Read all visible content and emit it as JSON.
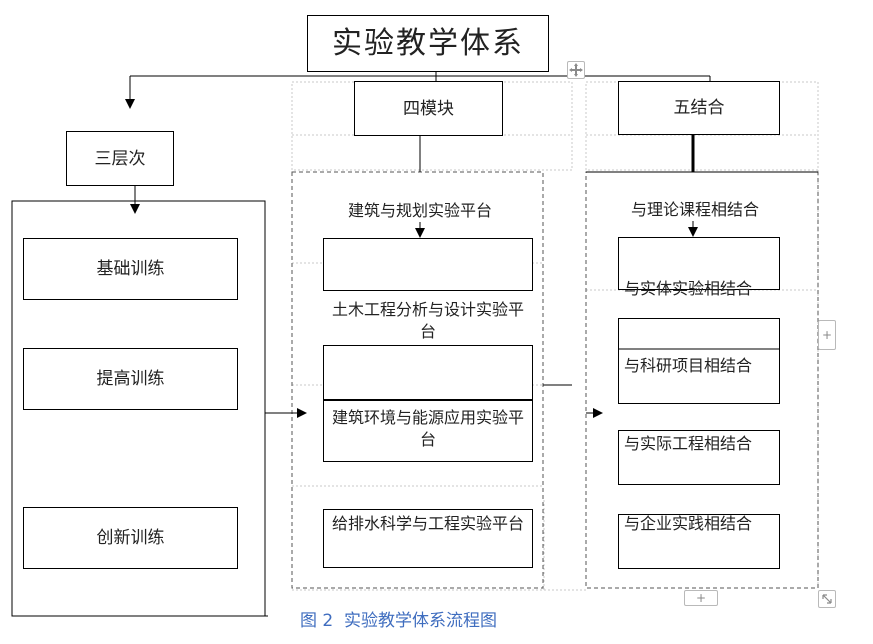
{
  "diagram": {
    "title": "实验教学体系",
    "columns": {
      "levels": {
        "header": "三层次",
        "items": [
          "基础训练",
          "提高训练",
          "创新训练"
        ]
      },
      "modules": {
        "header": "四模块",
        "items": [
          "建筑与规划实验平台",
          "土木工程分析与设计实验平台",
          "建筑环境与能源应用实验平台",
          "给排水科学与工程实验平台"
        ]
      },
      "combinations": {
        "header": "五结合",
        "items": [
          "与理论课程相结合",
          "与实体实验相结合",
          "与科研项目相结合",
          "与实际工程相结合",
          "与企业实践相结合"
        ]
      }
    },
    "caption": "图 2  实验教学体系流程图"
  },
  "editor_handles": {
    "move_icon": "move-arrows-icon",
    "add_icon": "plus-icon",
    "resize_icon": "resize-diagonal-icon"
  },
  "colors": {
    "line": "#000000",
    "dashed": "#777777",
    "guide": "#c8c8c8",
    "caption": "#3f6dbf"
  }
}
